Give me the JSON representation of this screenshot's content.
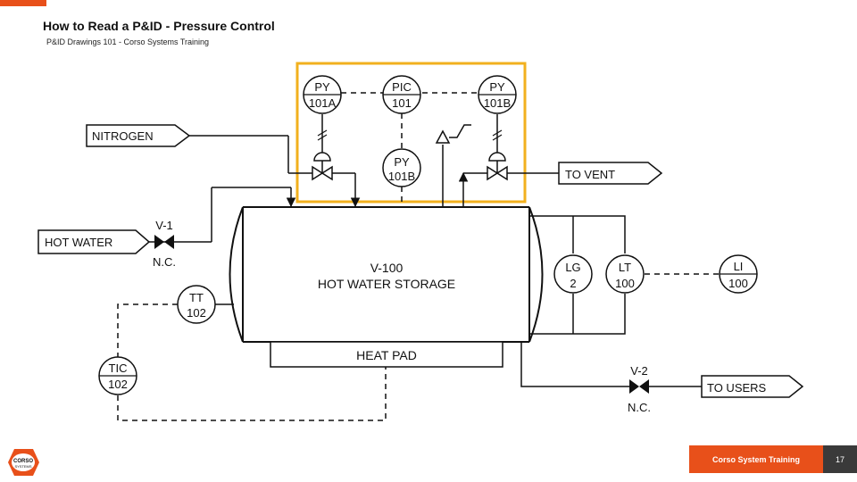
{
  "header": {
    "title": "How to Read a P&ID - Pressure Control",
    "subtitle": "P&ID Drawings 101 - Corso Systems Training"
  },
  "diagram": {
    "vessel": {
      "tag": "V-100",
      "name": "HOT WATER STORAGE"
    },
    "heat_pad": "HEAT PAD",
    "flags": {
      "nitrogen": "NITROGEN",
      "hot_water": "HOT WATER",
      "to_vent": "TO VENT",
      "to_users": "TO USERS"
    },
    "valves": {
      "v1": {
        "tag": "V-1",
        "state": "N.C."
      },
      "v2": {
        "tag": "V-2",
        "state": "N.C."
      }
    },
    "instruments": {
      "py101a": {
        "type": "PY",
        "num": "101A"
      },
      "pic101": {
        "type": "PIC",
        "num": "101"
      },
      "py101b_top": {
        "type": "PY",
        "num": "101B"
      },
      "py101b_mid": {
        "type": "PY",
        "num": "101B"
      },
      "tt102": {
        "type": "TT",
        "num": "102"
      },
      "tic102": {
        "type": "TIC",
        "num": "102"
      },
      "lg2": {
        "type": "LG",
        "num": "2"
      },
      "lt100": {
        "type": "LT",
        "num": "100"
      },
      "li100": {
        "type": "LI",
        "num": "100"
      }
    },
    "highlight_color": "#F2B01E"
  },
  "footer": {
    "logo_text_1": "CORSO",
    "logo_text_2": "SYSTEMS",
    "brand": "Corso System Training",
    "page": "17"
  },
  "colors": {
    "accent": "#E8501A",
    "page_box": "#3a3a3a"
  }
}
